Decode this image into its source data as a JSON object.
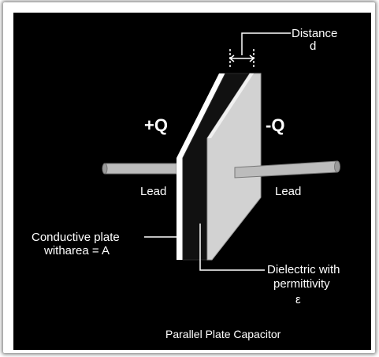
{
  "labels": {
    "distance_line1": "Distance",
    "distance_line2": "d",
    "plus_q": "+Q",
    "minus_q": "-Q",
    "lead_left": "Lead",
    "lead_right": "Lead",
    "conductive_line1": "Conductive plate",
    "conductive_line2": "witharea = A",
    "dielectric_line1": "Dielectric with",
    "dielectric_line2": "permittivity",
    "dielectric_line3": "ε",
    "caption": "Parallel Plate Capacitor"
  },
  "colors": {
    "background": "#000000",
    "plate_front": "#d2d2d2",
    "plate_side": "#ffffff",
    "dielectric": "#111111",
    "lead": "#bcbcbc",
    "text": "#ffffff"
  }
}
